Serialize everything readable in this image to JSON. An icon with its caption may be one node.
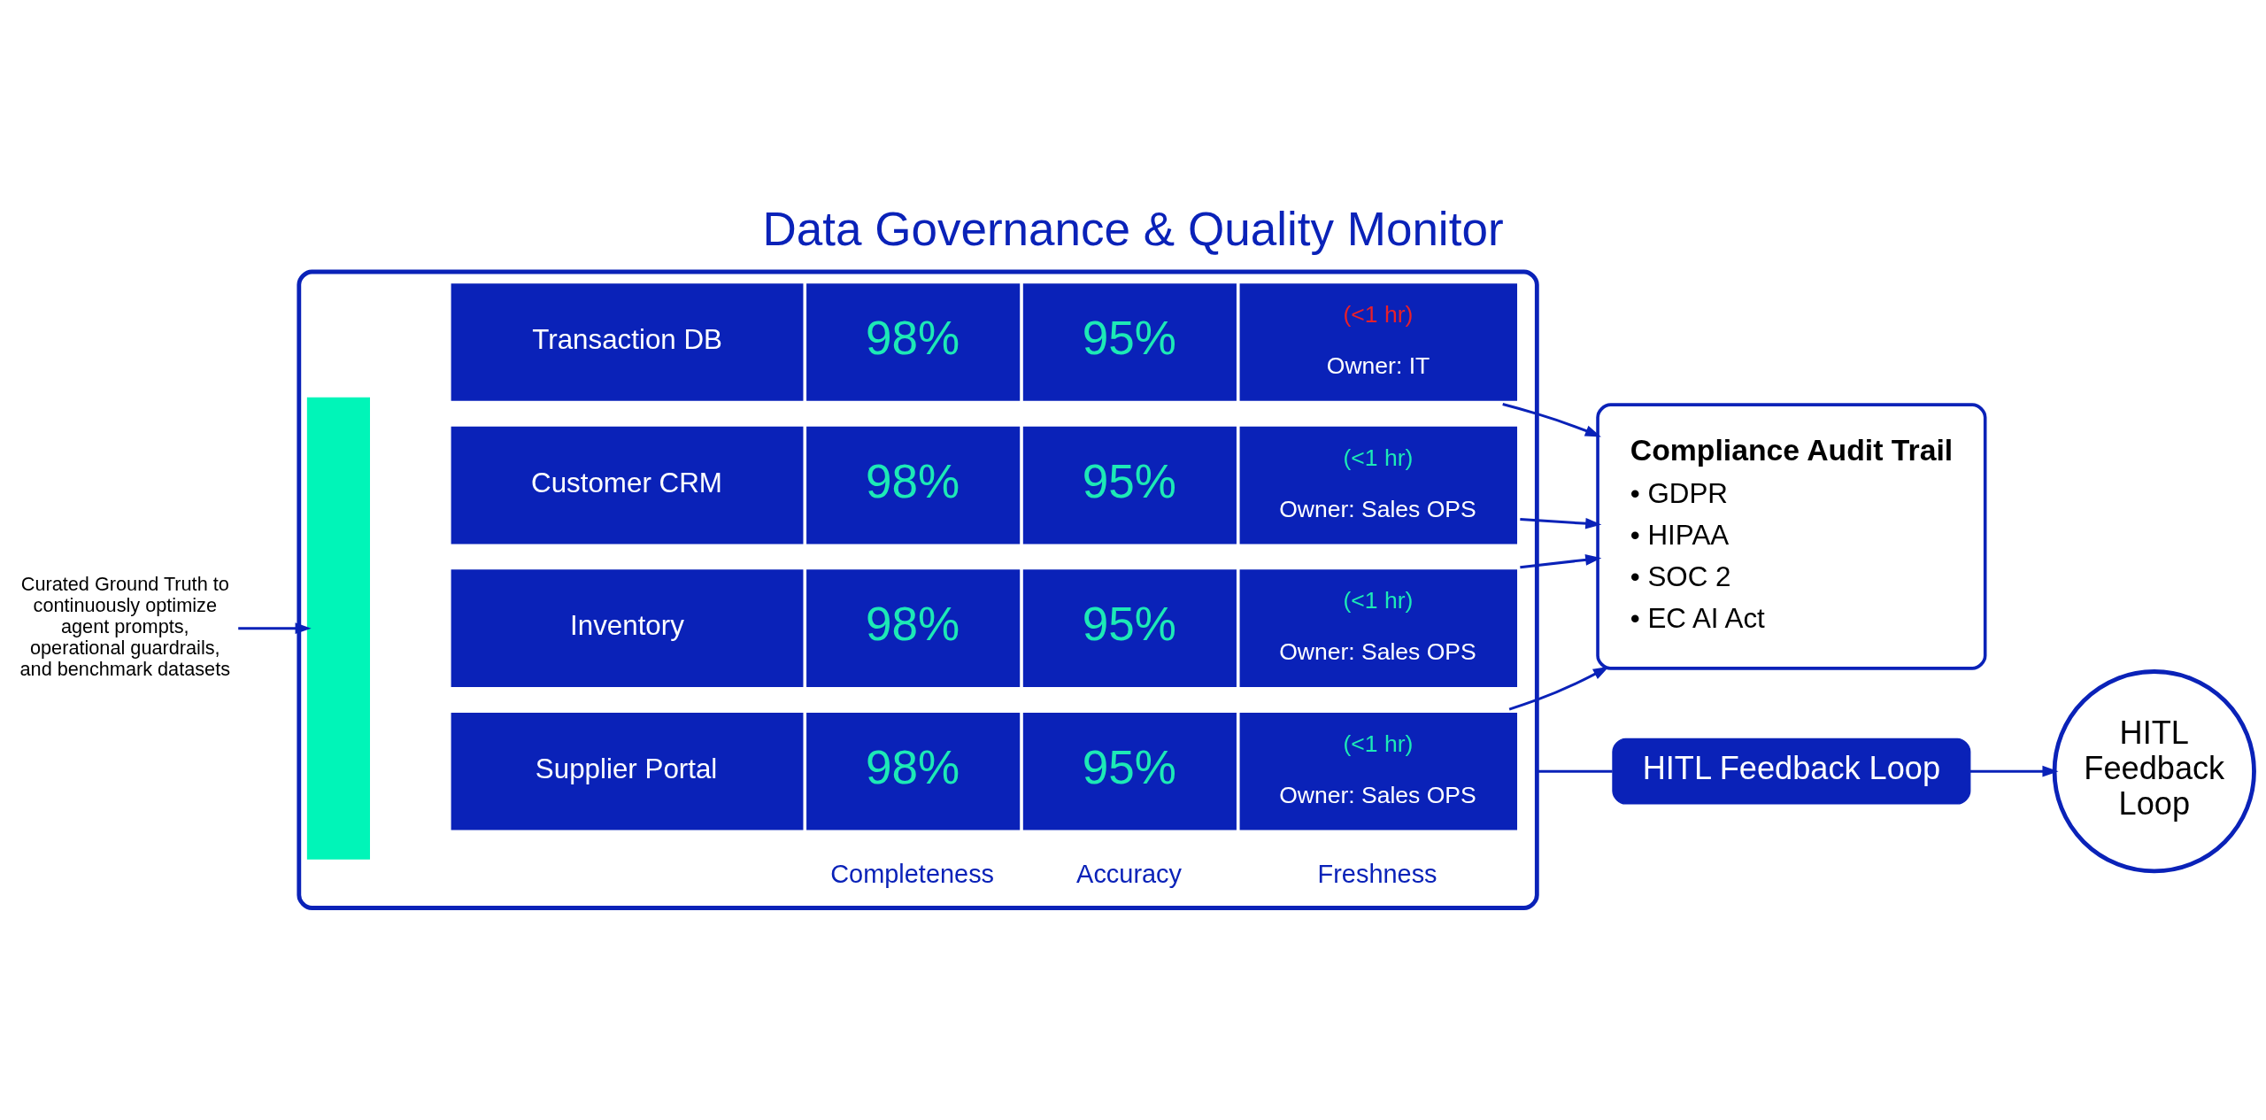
{
  "diagram": {
    "title": "Data Governance & Quality Monitor",
    "nodes": [
      {
        "text": [],
        "shape": "box"
      },
      {
        "text": [],
        "shape": "bar",
        "in": 0
      },
      {
        "text": [
          "Curated Ground Truth to continuously optimize agent prompts, operational guardrails, and benchmark datasets"
        ]
      },
      {
        "text": [
          "Customer CRM",
          "98%",
          "95%",
          "(<1 hr)",
          "Owner: Sales OPS"
        ],
        "in": 0
      },
      {
        "text": [
          "Transaction DB",
          "98%",
          "95%",
          "(<1 hr)",
          "Owner: IT"
        ],
        "in": 0
      },
      {
        "text": [
          "Inventory",
          "98%",
          "95%",
          "(<1 hr)",
          "Owner: Sales OPS"
        ],
        "in": 0
      },
      {
        "text": [
          "Supplier Portal",
          "98%",
          "95%",
          "(<1 hr)",
          "Owner: Sales OPS"
        ],
        "in": 0
      },
      {
        "text": [
          "Compliance Audit Trail",
          "• GDPR",
          "• HIPAA",
          "• SOC 2",
          "• EC AI Act"
        ]
      },
      {
        "text": [
          "HITL Feedback Loop"
        ]
      },
      {
        "text": [
          "HITL Feedback Loop"
        ]
      }
    ],
    "edges": [
      {
        "from": 2,
        "to": 1,
        "arrow": "to"
      },
      {
        "from": 3,
        "to": 7,
        "arrow": "to"
      },
      {
        "from": 4,
        "to": 7,
        "arrow": "to"
      },
      {
        "from": 5,
        "to": 7,
        "arrow": "to"
      },
      {
        "from": 6,
        "to": 7,
        "arrow": "to"
      },
      {
        "from": 0,
        "to": 9,
        "arrow": "none"
      },
      {
        "from": 9,
        "to": 8,
        "arrow": "to"
      }
    ],
    "labels": [
      "Completeness",
      "Accuracy",
      "Freshness"
    ]
  }
}
